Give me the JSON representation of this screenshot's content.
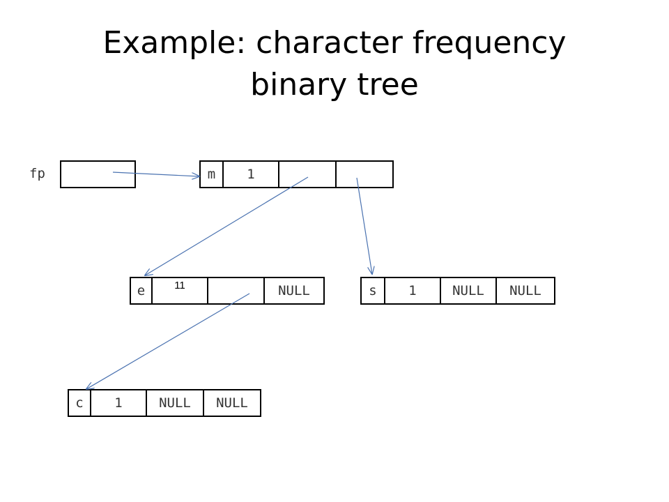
{
  "title": {
    "line1": "Example: character frequency",
    "line2": "binary tree"
  },
  "pointer_var": {
    "label": "fp"
  },
  "nodes": {
    "m": {
      "char": "m",
      "count": "1",
      "left": "",
      "right": ""
    },
    "e": {
      "char": "e",
      "count": "11",
      "left": "",
      "right": "NULL"
    },
    "s": {
      "char": "s",
      "count": "1",
      "left": "NULL",
      "right": "NULL"
    },
    "c": {
      "char": "c",
      "count": "1",
      "left": "NULL",
      "right": "NULL"
    }
  },
  "colors": {
    "arrow": "#4a72b0",
    "border": "#000000",
    "text": "#333333"
  }
}
